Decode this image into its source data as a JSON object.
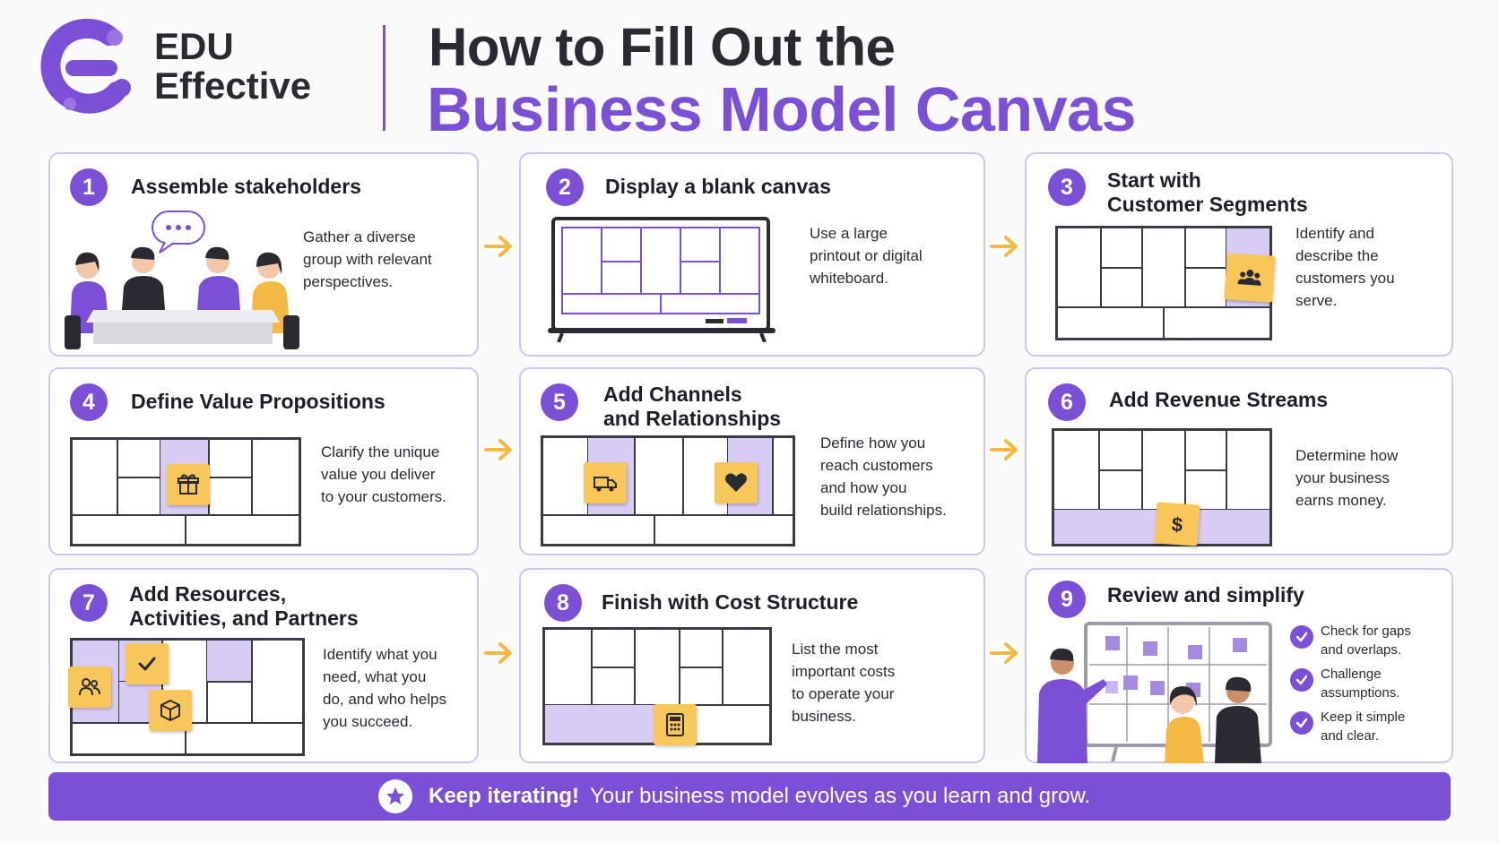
{
  "brand": {
    "line1": "EDU",
    "line2": "Effective"
  },
  "title": {
    "line1": "How to Fill Out the",
    "line2": "Business Model Canvas"
  },
  "colors": {
    "accent": "#7b4fd6",
    "sticky_note": "#f9c65a",
    "highlight": "#d8ccf5"
  },
  "steps": [
    {
      "number": "1",
      "title_line1": "Assemble stakeholders",
      "title_line2": "",
      "desc_lines": [
        "Gather a diverse",
        "group with relevant",
        "perspectives."
      ]
    },
    {
      "number": "2",
      "title_line1": "Display a blank canvas",
      "title_line2": "",
      "desc_lines": [
        "Use a large",
        "printout or digital",
        "whiteboard."
      ]
    },
    {
      "number": "3",
      "title_line1": "Start with",
      "title_line2": "Customer Segments",
      "desc_lines": [
        "Identify and",
        "describe the",
        "customers you",
        "serve."
      ]
    },
    {
      "number": "4",
      "title_line1": "Define Value Propositions",
      "title_line2": "",
      "desc_lines": [
        "Clarify the unique",
        "value you deliver",
        "to your customers."
      ]
    },
    {
      "number": "5",
      "title_line1": "Add Channels",
      "title_line2": "and Relationships",
      "desc_lines": [
        "Define how you",
        "reach customers",
        "and how you",
        "build relationships."
      ]
    },
    {
      "number": "6",
      "title_line1": "Add Revenue Streams",
      "title_line2": "",
      "desc_lines": [
        "Determine how",
        "your business",
        "earns money."
      ]
    },
    {
      "number": "7",
      "title_line1": "Add Resources,",
      "title_line2": "Activities, and Partners",
      "desc_lines": [
        "Identify what you",
        "need, what you",
        "do, and who helps",
        "you succeed."
      ]
    },
    {
      "number": "8",
      "title_line1": "Finish with Cost Structure",
      "title_line2": "",
      "desc_lines": [
        "List the most",
        "important costs",
        "to operate your",
        "business."
      ]
    },
    {
      "number": "9",
      "title_line1": "Review and simplify",
      "title_line2": "",
      "desc_lines": []
    }
  ],
  "review_checklist": [
    {
      "line1": "Check for gaps",
      "line2": "and overlaps."
    },
    {
      "line1": "Challenge",
      "line2": "assumptions."
    },
    {
      "line1": "Keep it simple",
      "line2": "and clear."
    }
  ],
  "icons": {
    "step3": "people-icon",
    "step4": "gift-icon",
    "step5a": "truck-icon",
    "step5b": "heart-icon",
    "step6": "dollar-icon",
    "step7a": "people-icon",
    "step7b": "check-icon",
    "step7c": "box-icon",
    "step8": "calculator-icon",
    "footer": "star-icon"
  },
  "footer": {
    "bold": "Keep iterating!",
    "text": "Your business model evolves as you learn and grow."
  }
}
